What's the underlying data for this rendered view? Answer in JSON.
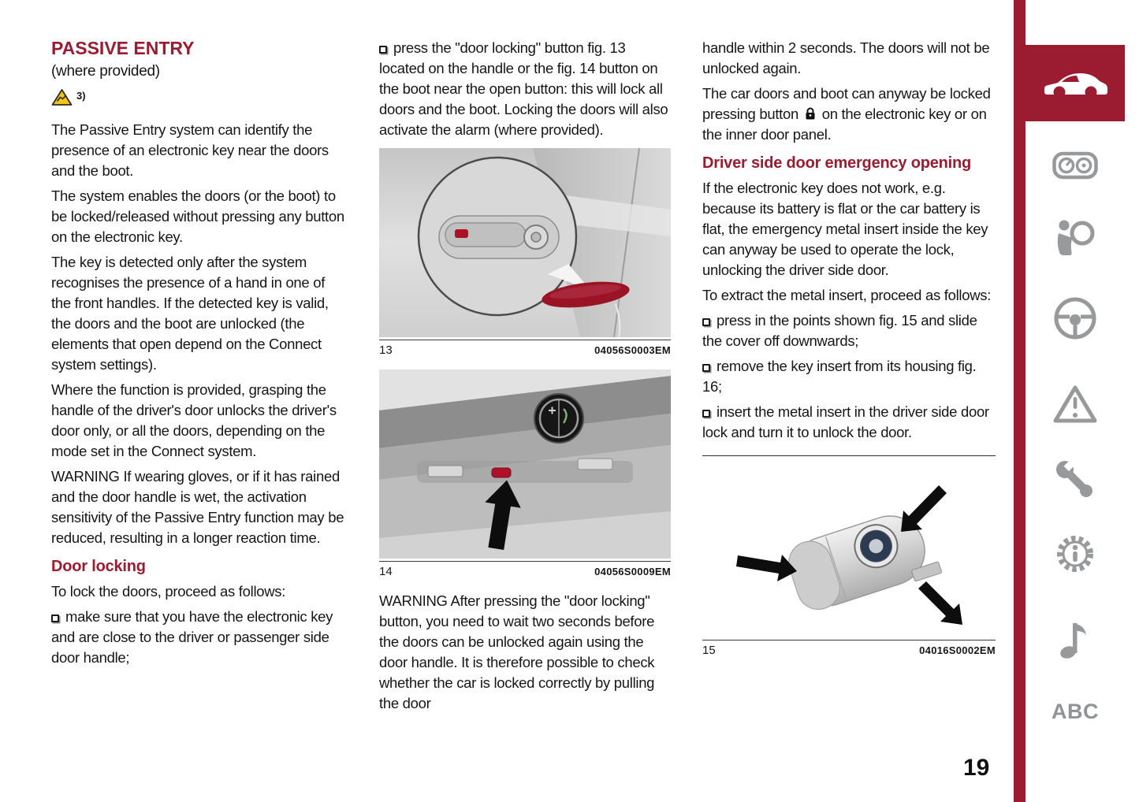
{
  "page": {
    "number": "19"
  },
  "colors": {
    "accent": "#9b1b30",
    "icon_gray": "#97999b"
  },
  "sidebar": {
    "abc_label": "ABC",
    "icons": [
      "car-tab-active",
      "instrument-cluster",
      "airbag-person",
      "steering-wheel",
      "warning-triangle",
      "wrench",
      "info-gear",
      "music-note"
    ]
  },
  "col1": {
    "title": "PASSIVE ENTRY",
    "subtitle": "(where provided)",
    "note_ref": "3)",
    "p1": "The Passive Entry system can identify the presence of an electronic key near the doors and the boot.",
    "p2": "The system enables the doors (or the boot) to be locked/released without pressing any button on the electronic key.",
    "p3": "The key is detected only after the system recognises the presence of a hand in one of the front handles. If the detected key is valid, the doors and the boot are unlocked (the elements that open depend on the Connect system settings).",
    "p4": "Where the function is provided, grasping the handle of the driver's door unlocks the driver's door only, or all the doors, depending on the mode set in the Connect system.",
    "p5": "WARNING If wearing gloves, or if it has rained and the door handle is wet, the activation sensitivity of the Passive Entry function may be reduced, resulting in a longer reaction time.",
    "heading2": "Door locking",
    "p6": "To lock the doors, proceed as follows:",
    "bullet1": "make sure that you have the electronic key and are close to the driver or passenger side door handle;"
  },
  "col2": {
    "bullet1": "press the \"door locking\" button fig. 13 located on the handle or the fig. 14 button on the boot near the open button: this will lock all doors and the boot. Locking the doors will also activate the alarm (where provided).",
    "fig13": {
      "number": "13",
      "code": "04056S0003EM"
    },
    "fig14": {
      "number": "14",
      "code": "04056S0009EM"
    },
    "warning": "WARNING After pressing the \"door locking\" button, you need to wait two seconds before the doors can be unlocked again using the door handle. It is therefore possible to check whether the car is locked correctly by pulling the door"
  },
  "col3": {
    "p1": "handle within 2 seconds. The doors will not be unlocked again.",
    "p2_before": "The car doors and boot can anyway be locked pressing button",
    "p2_after": "on the electronic key or on the inner door panel.",
    "heading": "Driver side door emergency opening",
    "p3": "If the electronic key does not work, e.g. because its battery is flat or the car battery is flat, the emergency metal insert inside the key can anyway be used to operate the lock, unlocking the driver side door.",
    "p4": "To extract the metal insert, proceed as follows:",
    "bullet1": "press in the points shown fig. 15 and slide the cover off downwards;",
    "bullet2": "remove the key insert from its housing fig. 16;",
    "bullet3": "insert the metal insert in the driver side door lock and turn it to unlock the door.",
    "fig15": {
      "number": "15",
      "code": "04016S0002EM"
    }
  }
}
